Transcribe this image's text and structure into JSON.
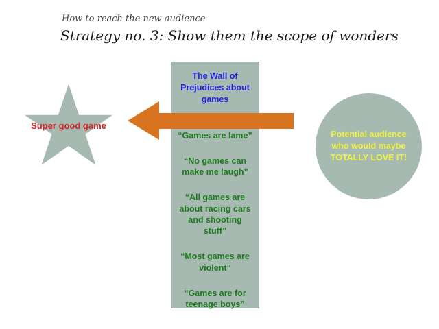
{
  "slide": {
    "subtitle": "How to reach the new audience",
    "title": "Strategy no. 3: Show them the scope of wonders"
  },
  "wall": {
    "header": "The Wall of Prejudices about games",
    "quotes": [
      "“Games are lame”",
      "“No games can make me laugh”",
      "“All games are about racing cars and shooting stuff”",
      "“Most games are violent”",
      "“Games are for teenage boys”"
    ]
  },
  "star": {
    "label": "Super good game"
  },
  "audience": {
    "label": "Potential audience who would maybe TOTALLY LOVE IT!"
  },
  "colors": {
    "background": "#ffffff",
    "sage": "#a7bab2",
    "arrow": "#d8731f",
    "wall_header": "#2222dd",
    "quote": "#1e7a1e",
    "star_label": "#cc2626",
    "audience_label": "#eef23d",
    "title": "#1a1a1a",
    "subtitle": "#444444"
  }
}
